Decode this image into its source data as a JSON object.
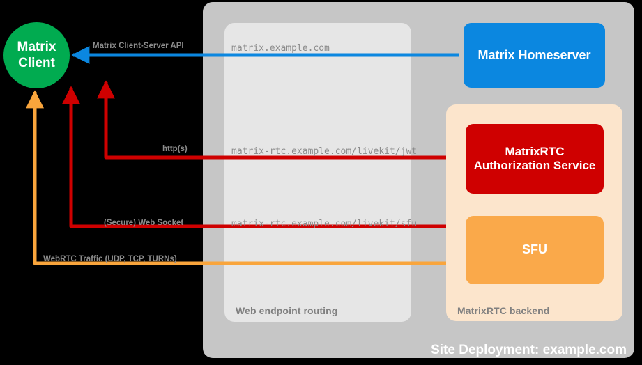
{
  "diagram": {
    "title": "Site Deployment: example.com",
    "background": "#000000"
  },
  "panels": {
    "site": {
      "label": "Site Deployment: example.com",
      "color": "#c6c6c6"
    },
    "routing": {
      "label": "Web endpoint routing",
      "color": "#e6e6e6"
    },
    "backend": {
      "label": "MatrixRTC backend",
      "color": "#fce5cc"
    }
  },
  "nodes": {
    "client": {
      "label": "Matrix Client",
      "line1": "Matrix",
      "line2": "Client",
      "color": "#01ab50",
      "shape": "circle"
    },
    "homeserver": {
      "label": "Matrix Homeserver",
      "color": "#0b87e0",
      "shape": "rounded-rect"
    },
    "auth": {
      "label": "MatrixRTC Authorization Service",
      "line1": "MatrixRTC",
      "line2": "Authorization",
      "line3": "Service",
      "color": "#cf0000",
      "shape": "rounded-rect"
    },
    "sfu": {
      "label": "SFU",
      "color": "#faa94a",
      "shape": "rounded-rect"
    }
  },
  "edges": [
    {
      "id": "cs-api",
      "label": "Matrix Client-Server API",
      "endpoint": "matrix.example.com",
      "color": "#0b87e0",
      "from": "homeserver",
      "to": "client"
    },
    {
      "id": "https",
      "label": "http(s)",
      "endpoint": "matrix-rtc.example.com/livekit/jwt",
      "color": "#cf0000",
      "from": "auth",
      "to": "client"
    },
    {
      "id": "websocket",
      "label": "(Secure) Web Socket",
      "endpoint": "matrix-rtc.example.com/livekit/sfu",
      "color": "#cf0000",
      "from": "sfu",
      "to": "client"
    },
    {
      "id": "webrtc",
      "label": "WebRTC Traffic (UDP, TCP, TURNs)",
      "endpoint": "",
      "color": "#f9a53c",
      "from": "sfu",
      "to": "client"
    }
  ]
}
